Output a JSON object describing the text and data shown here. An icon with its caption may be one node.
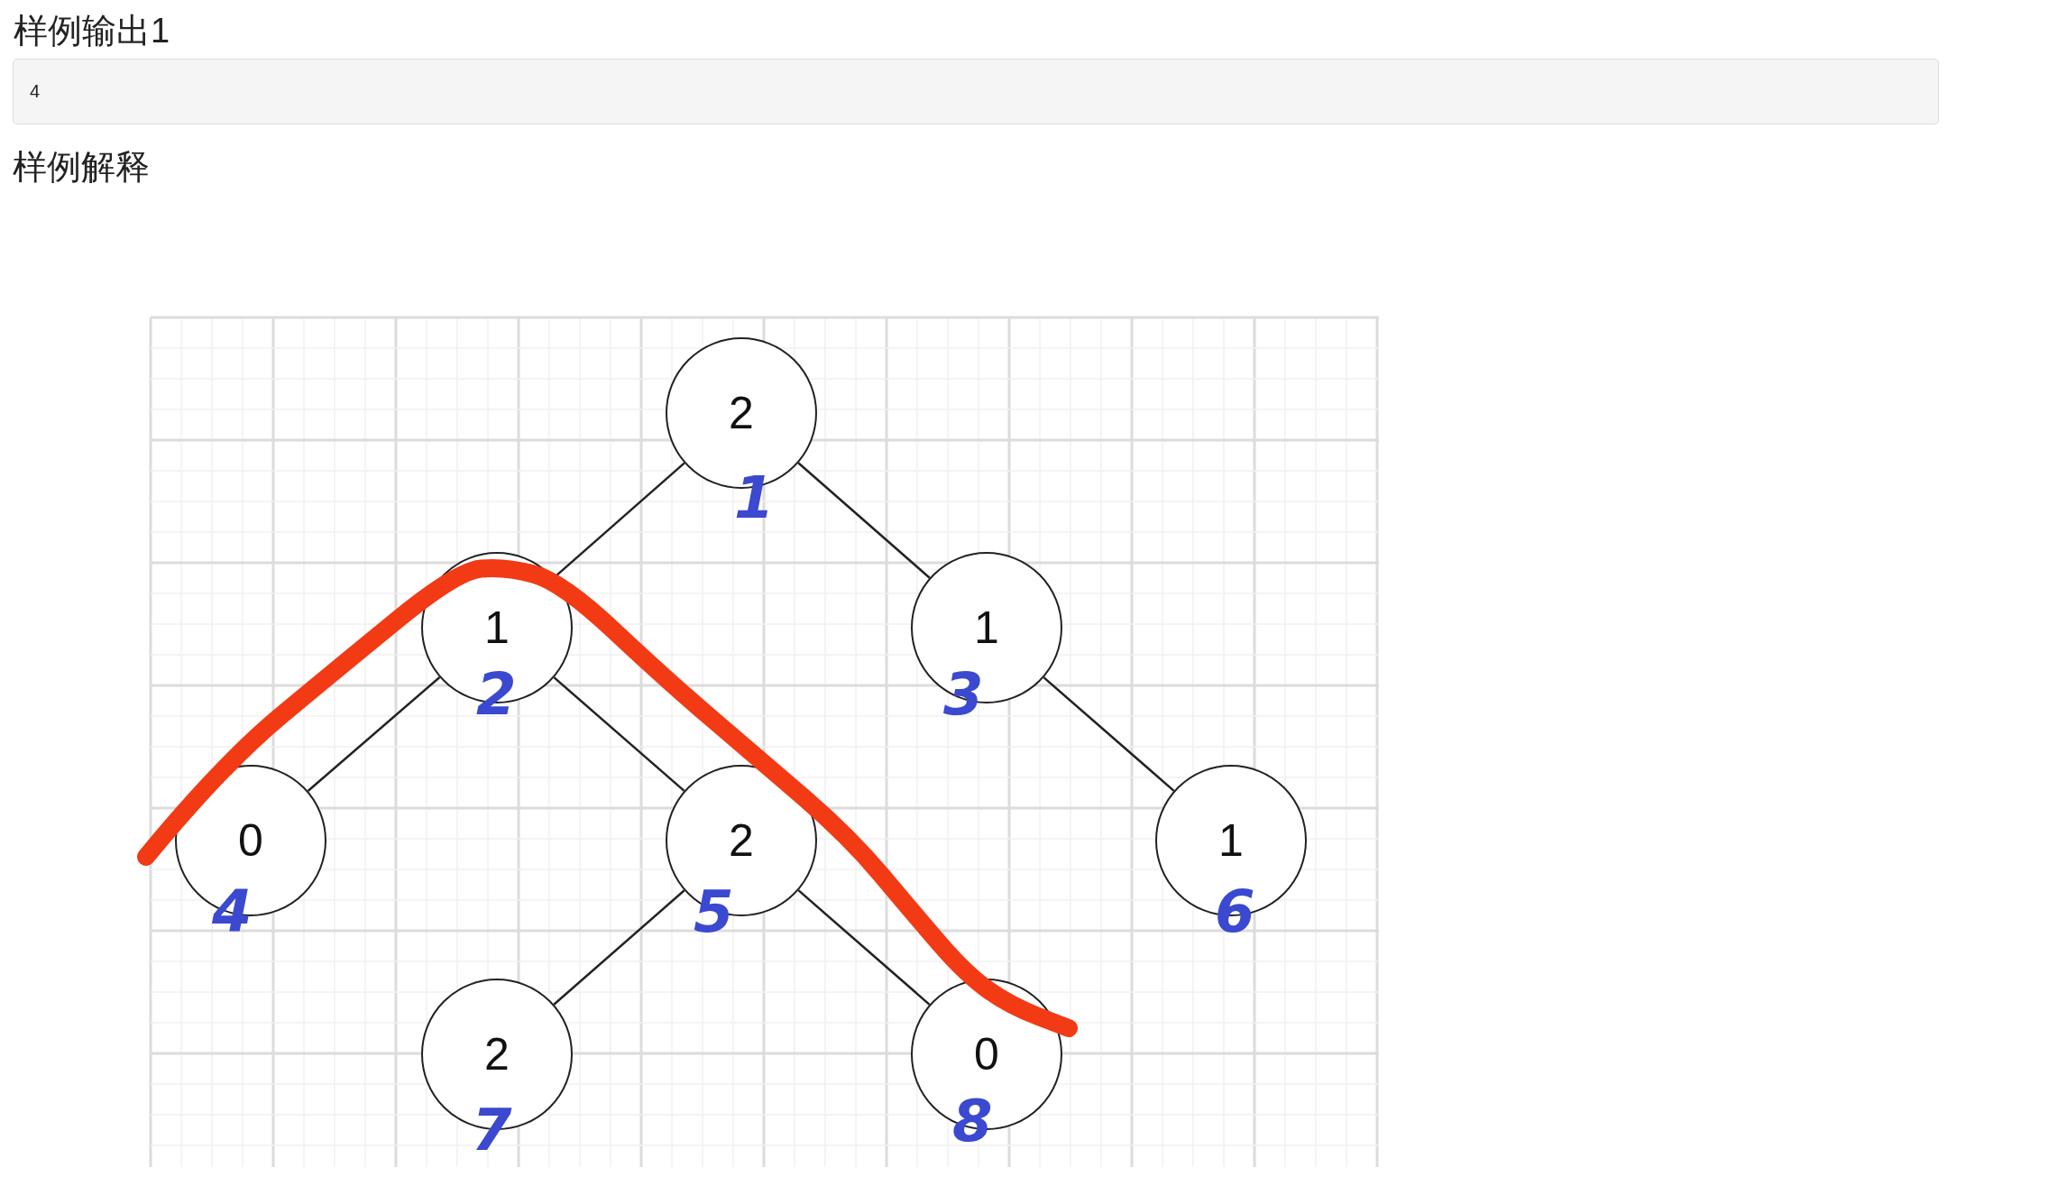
{
  "diagram": {
    "nodes": [
      {
        "text": [
          "样例输出1",
          "4"
        ]
      },
      {
        "text": [
          "2",
          "1"
        ]
      },
      {
        "text": [
          "1",
          "2"
        ]
      },
      {
        "text": [
          "1",
          "3"
        ]
      },
      {
        "text": [
          "0",
          "4"
        ]
      },
      {
        "text": [
          "2",
          "5"
        ]
      },
      {
        "text": [
          "1",
          "6"
        ]
      },
      {
        "text": [
          "2",
          "7"
        ]
      },
      {
        "text": [
          "0",
          "8"
        ]
      }
    ],
    "edges": [
      {
        "from": 1,
        "to": 2,
        "arrow": "none"
      },
      {
        "from": 1,
        "to": 3,
        "arrow": "none"
      },
      {
        "from": 2,
        "to": 4,
        "arrow": "none"
      },
      {
        "from": 2,
        "to": 5,
        "arrow": "none"
      },
      {
        "from": 3,
        "to": 6,
        "arrow": "none"
      },
      {
        "from": 5,
        "to": 7,
        "arrow": "none"
      },
      {
        "from": 5,
        "to": 8,
        "arrow": "none"
      }
    ],
    "labels": [
      "样例解释"
    ]
  }
}
